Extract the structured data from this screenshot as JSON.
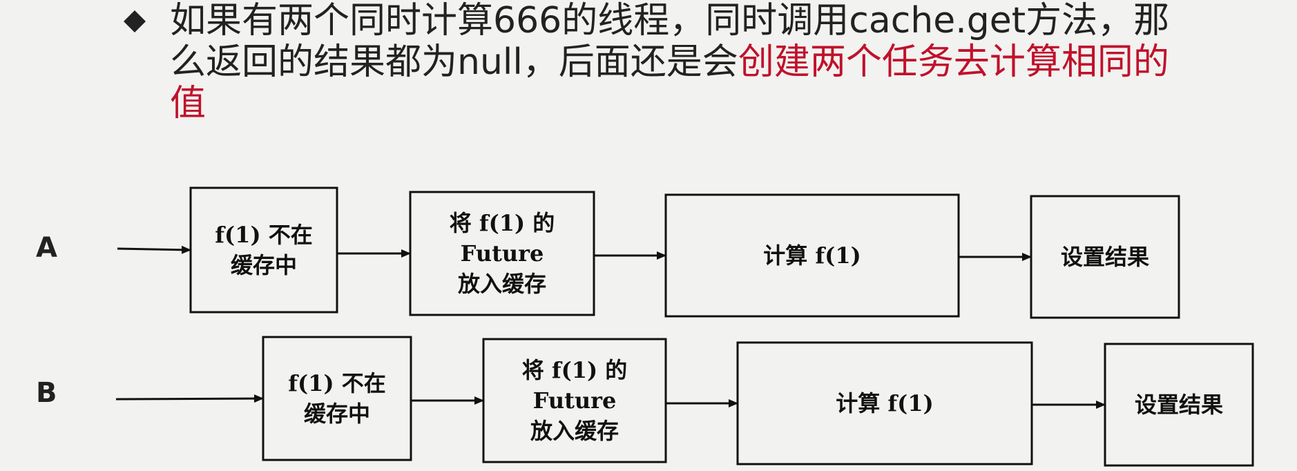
{
  "bullet": {
    "icon": "diamond-bullet-icon",
    "text_part1": "如果有两个同时计算666的线程，同时调用cache.get方法，那么返回的结果都为null，后面还是会",
    "text_highlight": "创建两个任务去计算相同的值",
    "highlight_color": "#c0112b"
  },
  "rows": [
    {
      "label": "A",
      "steps": [
        {
          "lines": [
            "f(1) 不在",
            "缓存中"
          ]
        },
        {
          "lines": [
            "将 f(1) 的",
            "Future",
            "放入缓存"
          ]
        },
        {
          "lines": [
            "计算 f(1)"
          ]
        },
        {
          "lines": [
            "设置结果"
          ]
        }
      ]
    },
    {
      "label": "B",
      "steps": [
        {
          "lines": [
            "f(1) 不在",
            "缓存中"
          ]
        },
        {
          "lines": [
            "将 f(1) 的",
            "Future",
            "放入缓存"
          ]
        },
        {
          "lines": [
            "计算 f(1)"
          ]
        },
        {
          "lines": [
            "设置结果"
          ]
        }
      ]
    }
  ]
}
